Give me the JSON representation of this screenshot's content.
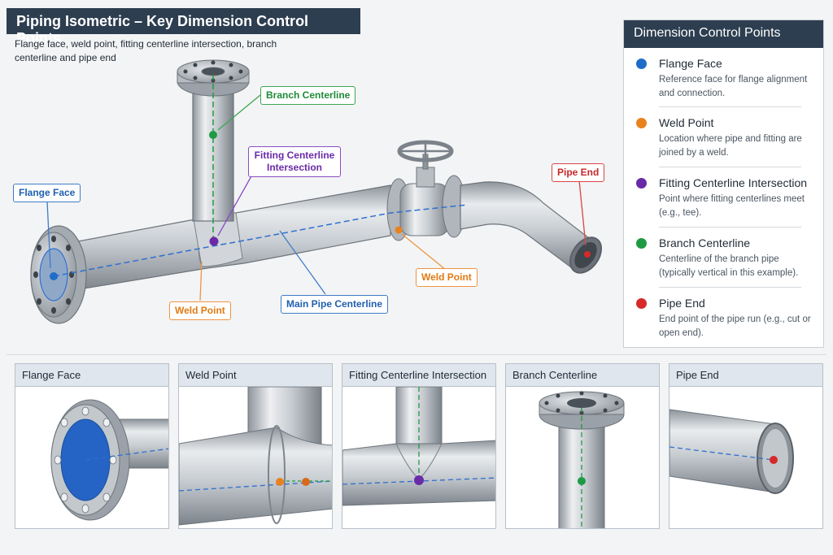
{
  "title": "Piping Isometric – Key Dimension Control Points",
  "subtitle": "Flange face, weld point, fitting centerline intersection, branch centerline and pipe end",
  "callouts": {
    "flange_face": "Flange Face",
    "weld_point_left": "Weld Point",
    "weld_point_right": "Weld Point",
    "fitting_centerline": "Fitting Centerline Intersection",
    "branch_centerline": "Branch Centerline",
    "main_pipe_centerline": "Main Pipe Centerline",
    "pipe_end": "Pipe End"
  },
  "legend": {
    "title": "Dimension Control Points",
    "items": [
      {
        "label": "Flange Face",
        "desc": "Reference face for flange alignment and connection.",
        "color": "#1f6cc8"
      },
      {
        "label": "Weld Point",
        "desc": "Location where pipe and fitting are joined by a weld.",
        "color": "#e8821e"
      },
      {
        "label": "Fitting Centerline Intersection",
        "desc": "Point where fitting centerlines meet (e.g., tee).",
        "color": "#6a2aa8"
      },
      {
        "label": "Branch Centerline",
        "desc": "Centerline of the branch pipe (typically vertical in this example).",
        "color": "#1f9a44"
      },
      {
        "label": "Pipe End",
        "desc": "End point of the pipe run (e.g., cut or open end).",
        "color": "#d62a2a"
      }
    ]
  },
  "panels": [
    {
      "title": "Flange Face"
    },
    {
      "title": "Weld Point"
    },
    {
      "title": "Fitting Centerline Intersection"
    },
    {
      "title": "Branch Centerline"
    },
    {
      "title": "Pipe End"
    }
  ],
  "colors": {
    "header_bg": "#2d3e50",
    "flange": "#1f6cc8",
    "weld": "#e8821e",
    "fitting": "#6a2aa8",
    "branch": "#1f9a44",
    "pipe_end": "#d62a2a",
    "centerline_blue": "#2f6fd0"
  }
}
